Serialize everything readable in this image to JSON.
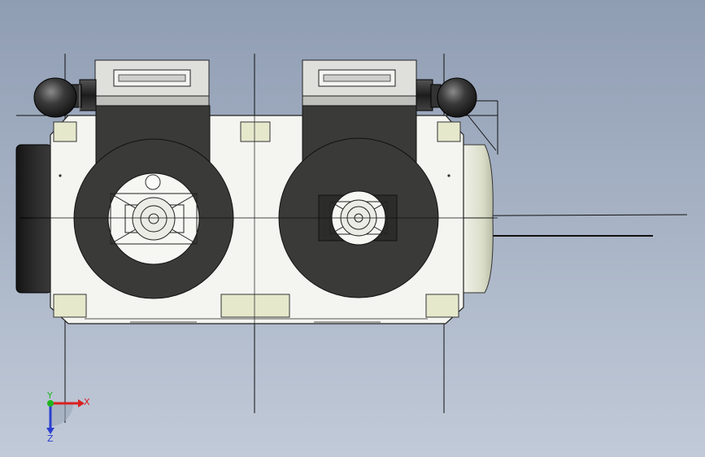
{
  "viewport": {
    "background_top": "#8f9db3",
    "background_bottom": "#c1cad8"
  },
  "model": {
    "body_color": "#f4f4f0",
    "coil_color": "#3a3b38",
    "gland_color": "#2a2a2a",
    "plug_color": "#2e2e2e",
    "left_valve": {
      "name": "left-solenoid"
    },
    "right_valve": {
      "name": "right-solenoid"
    }
  },
  "triad": {
    "x_label": "X",
    "y_label": "Y",
    "z_label": "Z",
    "x_color": "#d92020",
    "y_color": "#1fb51f",
    "z_color": "#2a3fd0"
  }
}
